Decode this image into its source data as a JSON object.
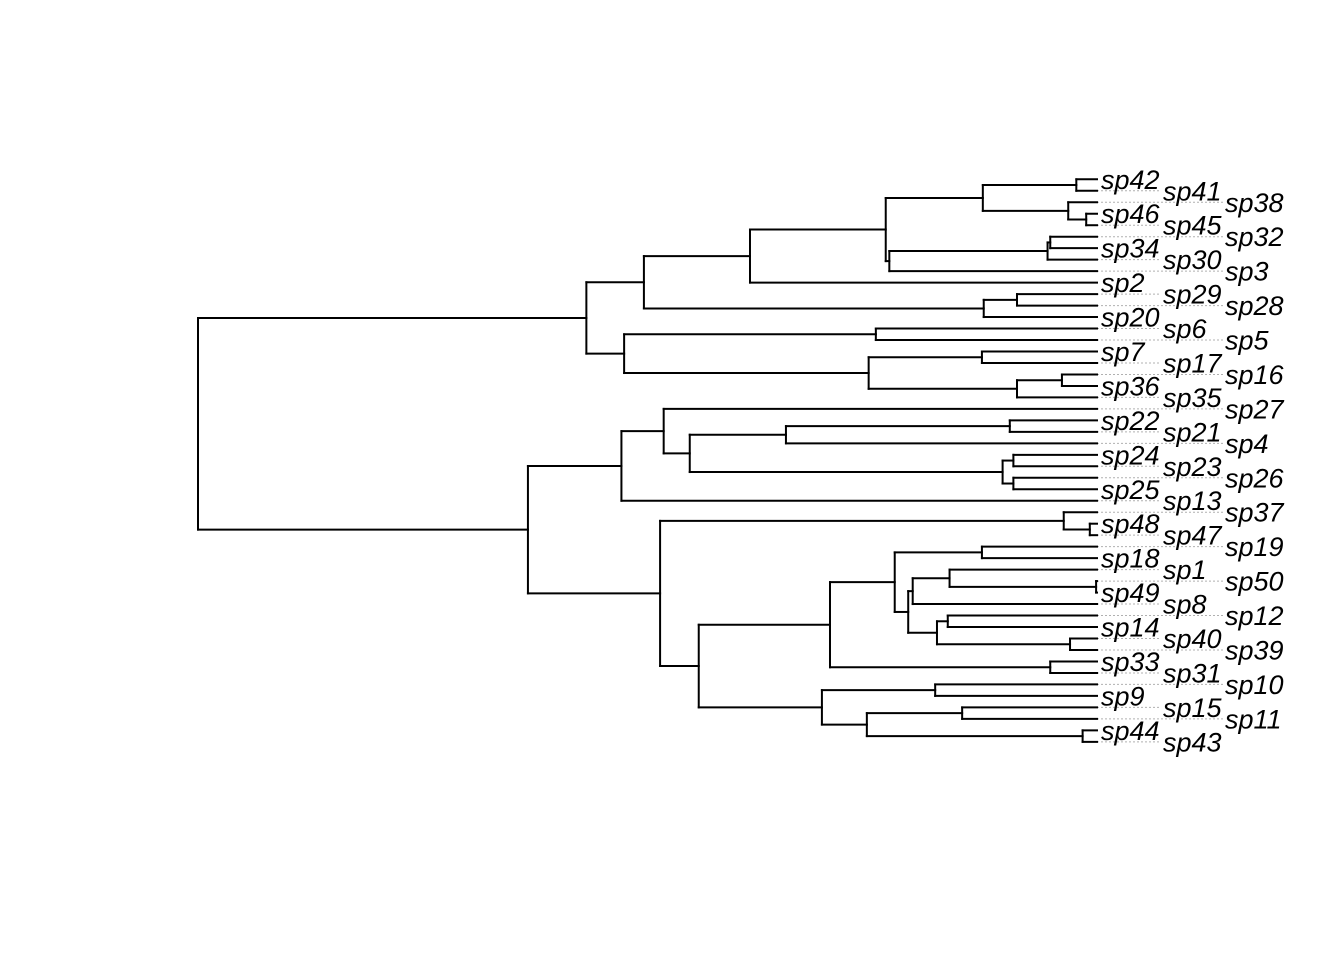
{
  "chart_data": {
    "type": "dendrogram",
    "orientation": "left-to-right",
    "depth_range": [
      0,
      1
    ],
    "tip_labels": [
      "sp42",
      "sp41",
      "sp38",
      "sp46",
      "sp45",
      "sp32",
      "sp34",
      "sp30",
      "sp3",
      "sp2",
      "sp29",
      "sp28",
      "sp20",
      "sp6",
      "sp5",
      "sp7",
      "sp17",
      "sp16",
      "sp36",
      "sp35",
      "sp27",
      "sp22",
      "sp21",
      "sp4",
      "sp24",
      "sp23",
      "sp26",
      "sp25",
      "sp13",
      "sp37",
      "sp48",
      "sp47",
      "sp19",
      "sp18",
      "sp1",
      "sp50",
      "sp49",
      "sp8",
      "sp12",
      "sp14",
      "sp40",
      "sp39",
      "sp33",
      "sp31",
      "sp10",
      "sp9",
      "sp15",
      "sp11",
      "sp44",
      "sp43"
    ],
    "tree": {
      "h": 0,
      "c": [
        {
          "h": 0.432,
          "c": [
            {
              "h": 0.496,
              "c": [
                {
                  "h": 0.614,
                  "c": [
                    {
                      "h": 0.765,
                      "c": [
                        {
                          "h": 0.873,
                          "c": [
                            {
                              "h": 0.977,
                              "c": [
                                0,
                                1
                              ]
                            },
                            {
                              "h": 0.968,
                              "c": [
                                2,
                                {
                                  "h": 0.988,
                                  "c": [
                                    3,
                                    4
                                  ]
                                }
                              ]
                            }
                          ]
                        },
                        {
                          "h": 0.769,
                          "c": [
                            {
                              "h": 0.945,
                              "c": [
                                {
                                  "h": 0.948,
                                  "c": [
                                    5,
                                    6
                                  ]
                                },
                                7
                              ]
                            },
                            8
                          ]
                        }
                      ]
                    },
                    9
                  ]
                },
                {
                  "h": 0.874,
                  "c": [
                    {
                      "h": 0.911,
                      "c": [
                        10,
                        11
                      ]
                    },
                    12
                  ]
                }
              ]
            },
            {
              "h": 0.474,
              "c": [
                {
                  "h": 0.754,
                  "c": [
                    13,
                    14
                  ]
                },
                {
                  "h": 0.746,
                  "c": [
                    {
                      "h": 0.872,
                      "c": [
                        15,
                        16
                      ]
                    },
                    {
                      "h": 0.911,
                      "c": [
                        {
                          "h": 0.961,
                          "c": [
                            17,
                            18
                          ]
                        },
                        19
                      ]
                    }
                  ]
                }
              ]
            }
          ]
        },
        {
          "h": 0.367,
          "c": [
            {
              "h": 0.471,
              "c": [
                {
                  "h": 0.518,
                  "c": [
                    20,
                    {
                      "h": 0.547,
                      "c": [
                        {
                          "h": 0.654,
                          "c": [
                            {
                              "h": 0.903,
                              "c": [
                                21,
                                22
                              ]
                            },
                            23
                          ]
                        },
                        {
                          "h": 0.895,
                          "c": [
                            {
                              "h": 0.907,
                              "c": [
                                24,
                                25
                              ]
                            },
                            {
                              "h": 0.907,
                              "c": [
                                26,
                                27
                              ]
                            }
                          ]
                        }
                      ]
                    }
                  ]
                },
                28
              ]
            },
            {
              "h": 0.514,
              "c": [
                {
                  "h": 0.963,
                  "c": [
                    29,
                    {
                      "h": 0.992,
                      "c": [
                        30,
                        31
                      ]
                    }
                  ]
                },
                {
                  "h": 0.557,
                  "c": [
                    {
                      "h": 0.703,
                      "c": [
                        {
                          "h": 0.775,
                          "c": [
                            {
                              "h": 0.872,
                              "c": [
                                32,
                                33
                              ]
                            },
                            {
                              "h": 0.79,
                              "c": [
                                {
                                  "h": 0.795,
                                  "c": [
                                    {
                                      "h": 0.836,
                                      "c": [
                                        34,
                                        {
                                          "h": 0.999,
                                          "c": [
                                            35,
                                            36
                                          ]
                                        }
                                      ]
                                    },
                                    37
                                  ]
                                },
                                {
                                  "h": 0.822,
                                  "c": [
                                    {
                                      "h": 0.834,
                                      "c": [
                                        38,
                                        39
                                      ]
                                    },
                                    {
                                      "h": 0.97,
                                      "c": [
                                        40,
                                        41
                                      ]
                                    }
                                  ]
                                }
                              ]
                            }
                          ]
                        },
                        {
                          "h": 0.948,
                          "c": [
                            42,
                            43
                          ]
                        }
                      ]
                    },
                    {
                      "h": 0.694,
                      "c": [
                        {
                          "h": 0.82,
                          "c": [
                            44,
                            45
                          ]
                        },
                        {
                          "h": 0.744,
                          "c": [
                            {
                              "h": 0.85,
                              "c": [
                                46,
                                47
                              ]
                            },
                            {
                              "h": 0.984,
                              "c": [
                                48,
                                49
                              ]
                            }
                          ]
                        }
                      ]
                    }
                  ]
                }
              ]
            }
          ]
        }
      ]
    }
  }
}
